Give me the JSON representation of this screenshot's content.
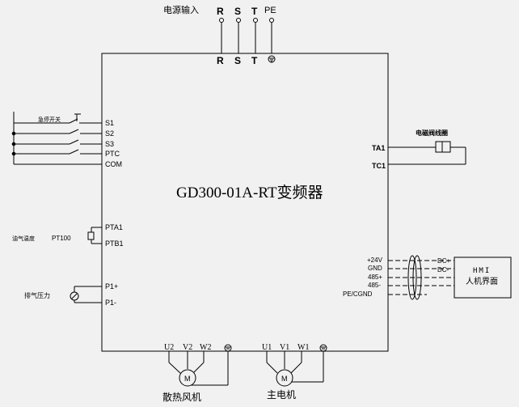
{
  "power": {
    "label": "电源输入",
    "top_terms": [
      "R",
      "S",
      "T",
      "PE"
    ],
    "inner_terms": [
      "R",
      "S",
      "T"
    ]
  },
  "inverter": {
    "title": "GD300-01A-RT变频器"
  },
  "left_inputs": {
    "estop_label": "急停开关",
    "terms": [
      "S1",
      "S2",
      "S3",
      "PTC",
      "COM"
    ]
  },
  "temperature": {
    "label": "油气温度",
    "sensor": "PT100",
    "terms": [
      "PTA1",
      "PTB1"
    ]
  },
  "pressure": {
    "label": "排气压力",
    "terms": [
      "P1+",
      "P1-"
    ]
  },
  "relay": {
    "label": "电磁阀线圈",
    "terms": [
      "TA1",
      "TC1"
    ]
  },
  "hmi": {
    "drive_terms": [
      "+24V",
      "GND",
      "485+",
      "485-",
      "PE/CGND"
    ],
    "hmi_terms": [
      "DC+",
      "DC-"
    ],
    "title": "HMI",
    "subtitle": "人机界面"
  },
  "fan": {
    "terms": [
      "U2",
      "V2",
      "W2"
    ],
    "motor": "M",
    "label": "散热风机"
  },
  "main_motor": {
    "terms": [
      "U1",
      "V1",
      "W1"
    ],
    "motor": "M",
    "label": "主电机"
  }
}
